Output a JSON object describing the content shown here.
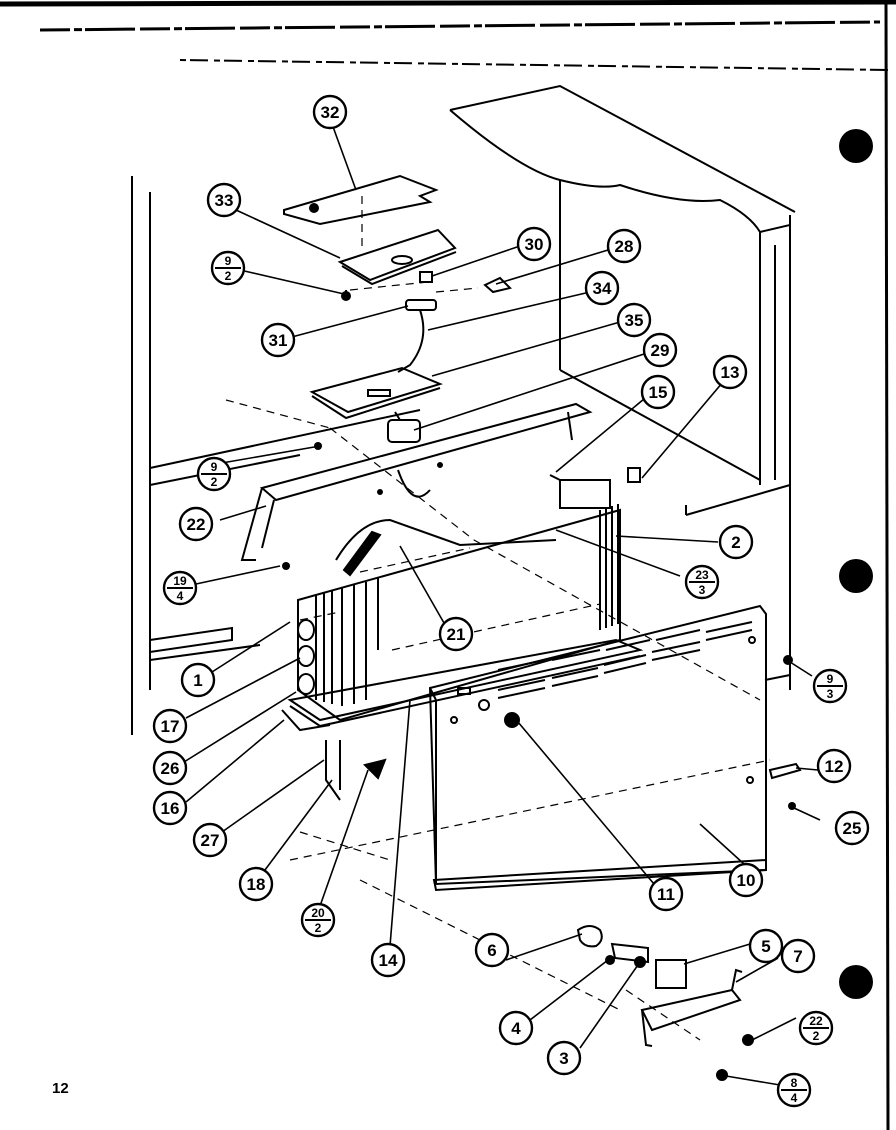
{
  "page_number": "12",
  "callouts": [
    {
      "id": "1",
      "label": "1"
    },
    {
      "id": "2",
      "label": "2"
    },
    {
      "id": "3",
      "label": "3"
    },
    {
      "id": "4",
      "label": "4"
    },
    {
      "id": "5",
      "label": "5"
    },
    {
      "id": "6",
      "label": "6"
    },
    {
      "id": "7",
      "label": "7"
    },
    {
      "id": "10",
      "label": "10"
    },
    {
      "id": "11",
      "label": "11"
    },
    {
      "id": "12",
      "label": "12"
    },
    {
      "id": "13",
      "label": "13"
    },
    {
      "id": "14",
      "label": "14"
    },
    {
      "id": "15",
      "label": "15"
    },
    {
      "id": "16",
      "label": "16"
    },
    {
      "id": "17",
      "label": "17"
    },
    {
      "id": "18",
      "label": "18"
    },
    {
      "id": "21",
      "label": "21"
    },
    {
      "id": "22",
      "label": "22"
    },
    {
      "id": "25",
      "label": "25"
    },
    {
      "id": "26",
      "label": "26"
    },
    {
      "id": "27",
      "label": "27"
    },
    {
      "id": "28",
      "label": "28"
    },
    {
      "id": "29",
      "label": "29"
    },
    {
      "id": "30",
      "label": "30"
    },
    {
      "id": "31",
      "label": "31"
    },
    {
      "id": "32",
      "label": "32"
    },
    {
      "id": "33",
      "label": "33"
    },
    {
      "id": "34",
      "label": "34"
    },
    {
      "id": "35",
      "label": "35"
    }
  ],
  "fraction_callouts": [
    {
      "id": "9-2-top",
      "top": "9",
      "bottom": "2"
    },
    {
      "id": "9-2-mid",
      "top": "9",
      "bottom": "2"
    },
    {
      "id": "19-4",
      "top": "19",
      "bottom": "4"
    },
    {
      "id": "23-3",
      "top": "23",
      "bottom": "3"
    },
    {
      "id": "9-3",
      "top": "9",
      "bottom": "3"
    },
    {
      "id": "20-2",
      "top": "20",
      "bottom": "2"
    },
    {
      "id": "22-2",
      "top": "22",
      "bottom": "2"
    },
    {
      "id": "8-4",
      "top": "8",
      "bottom": "4"
    }
  ]
}
